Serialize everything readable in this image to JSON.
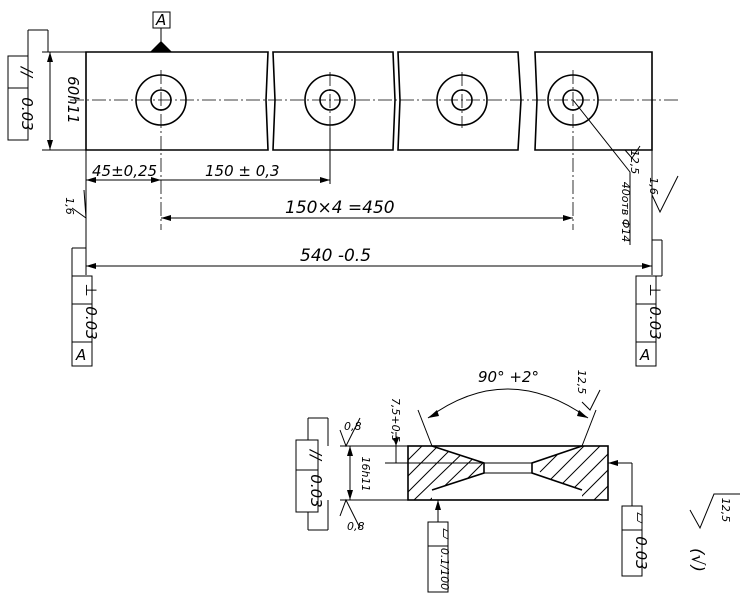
{
  "datum": {
    "letter": "A"
  },
  "plan": {
    "height_tol": "60h11",
    "parallel_frame": {
      "symbol": "//",
      "value": "0.03"
    },
    "dim_45": "45±0,25",
    "dim_150": "150 ± 0,3",
    "dim_450": "150×4 =450",
    "dim_540": "540 -0.5",
    "hole_note": "40отв Ф14",
    "hole_rough": "12,5",
    "edge_rough_left": "1,6",
    "edge_rough_right": "1,6",
    "perp_left": {
      "symbol": "⊥",
      "value": "0.03",
      "datum": "A"
    },
    "perp_right": {
      "symbol": "⊥",
      "value": "0.03",
      "datum": "A"
    }
  },
  "section": {
    "angle": "90° +2°",
    "angle_rough": "12,5",
    "depth": "7,5+0,5",
    "thickness": "16h11",
    "rough_top": "0,8",
    "rough_bottom": "0,8",
    "parallel_frame": {
      "symbol": "//",
      "value": "0.03"
    },
    "flat_left": {
      "symbol": "▱",
      "value": "0.1/100"
    },
    "flat_right": {
      "symbol": "▱",
      "value": "0.03"
    }
  },
  "general_rough": {
    "value": "12,5",
    "other": "(√)"
  }
}
